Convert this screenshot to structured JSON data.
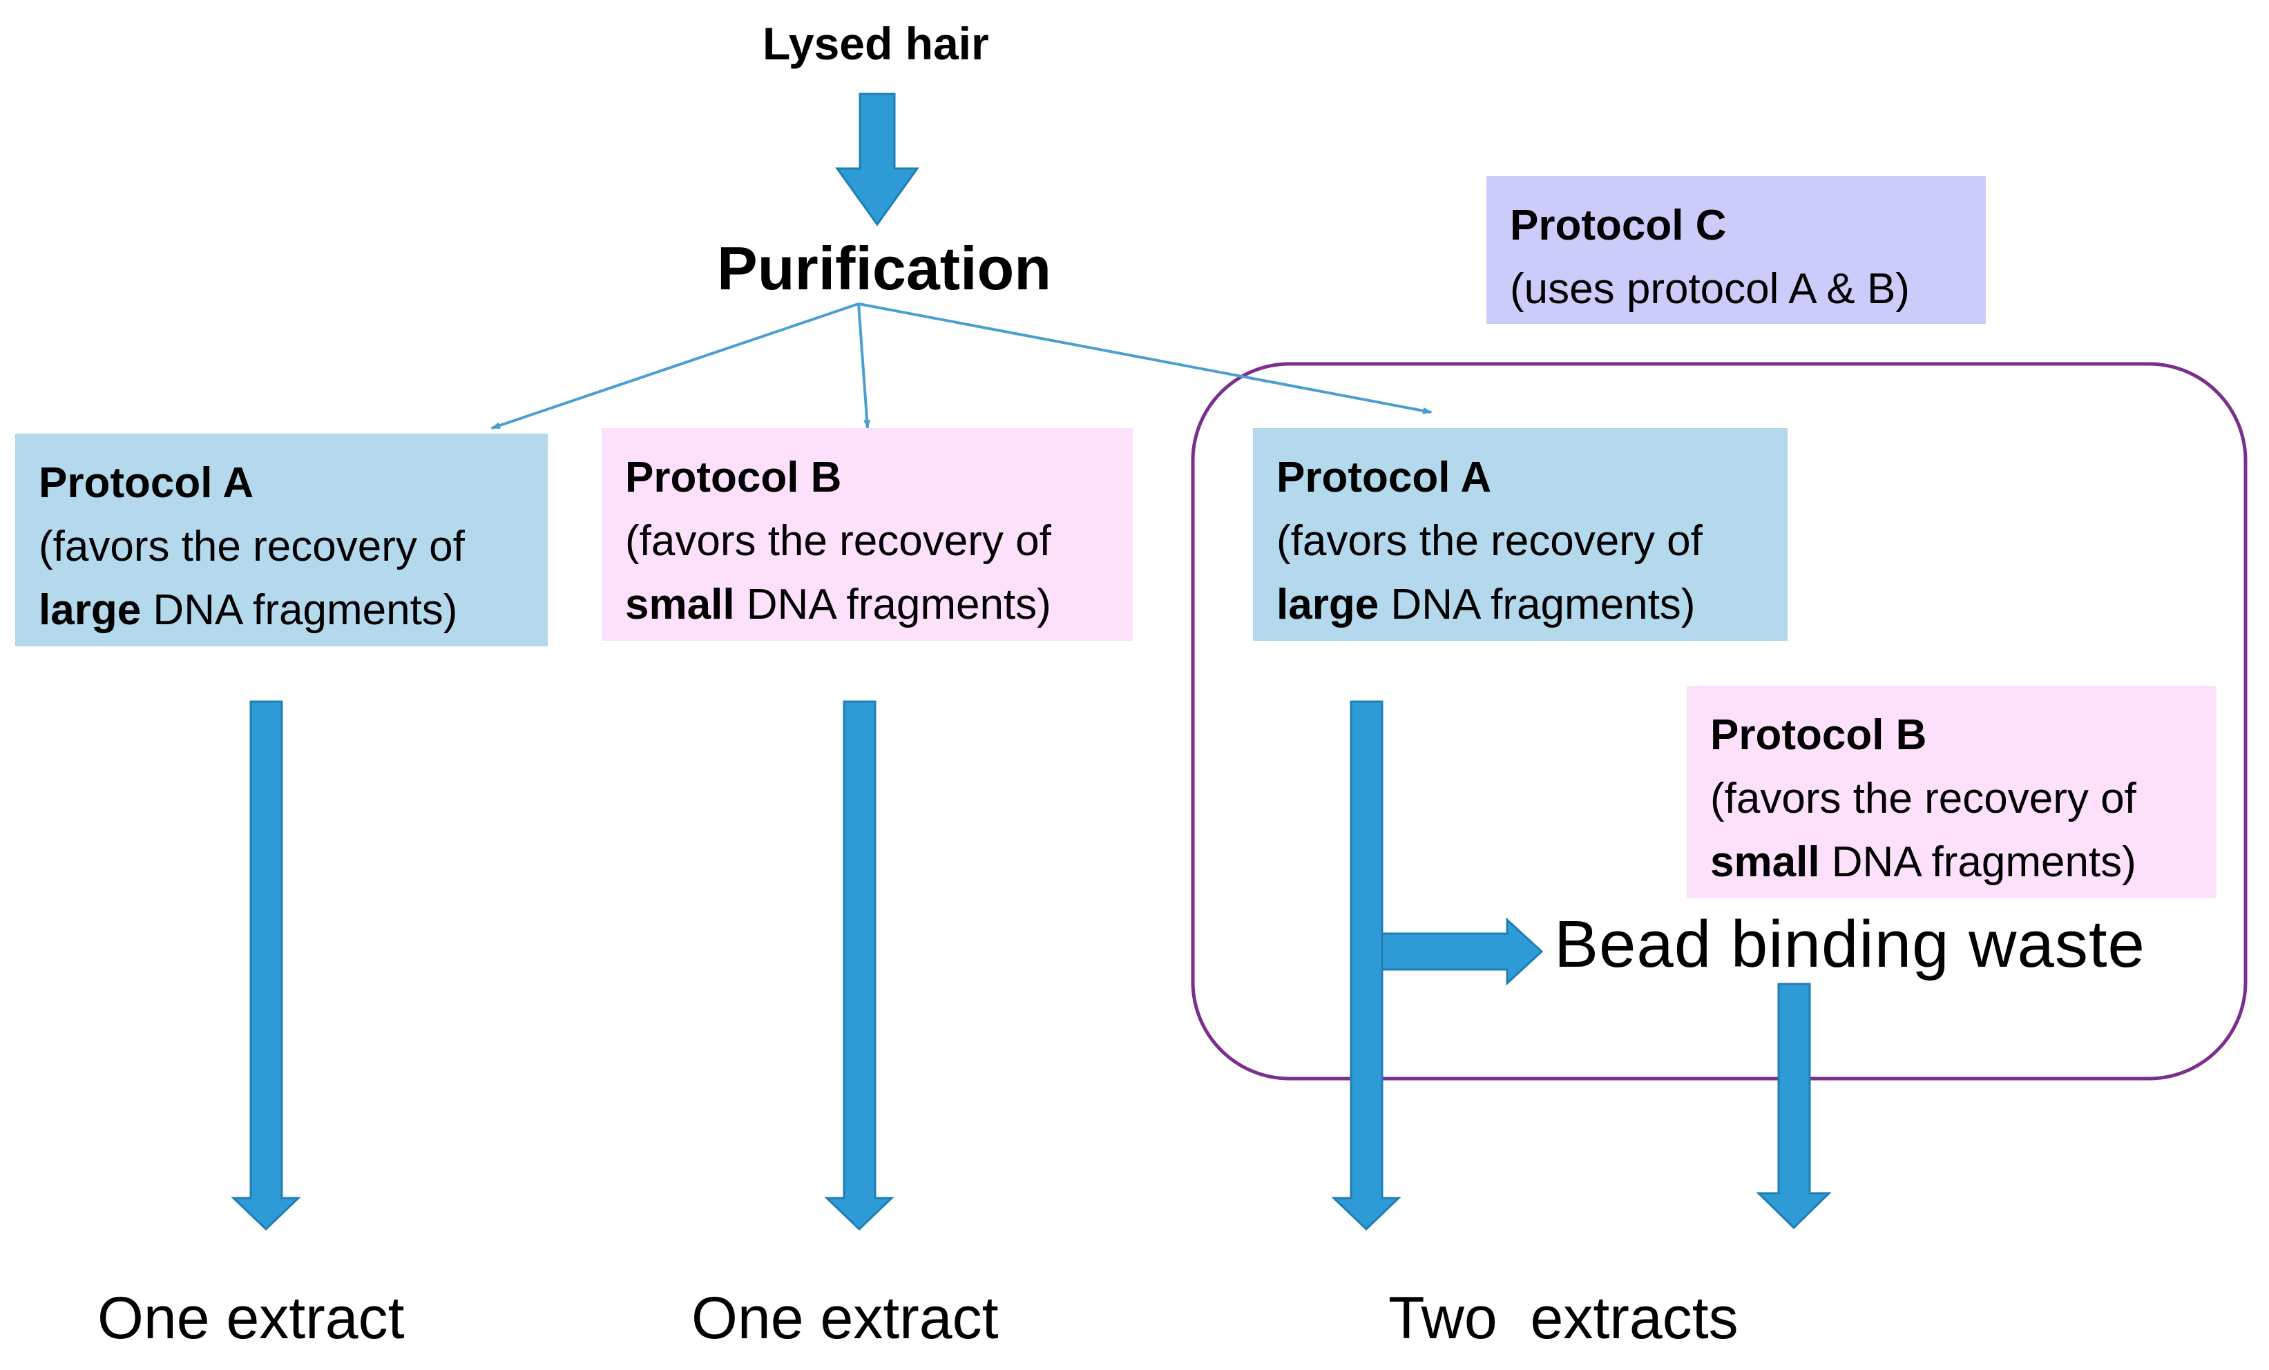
{
  "top": {
    "lysed": "Lysed hair",
    "purification": "Purification"
  },
  "colors": {
    "arrow": "#2e9bd6",
    "thin_arrow": "#4a9fd0",
    "group_border": "#7a2e8e",
    "protocol_a": "#b4d8ec",
    "protocol_b": "#fde0fa",
    "protocol_c": "#ccccfa"
  },
  "col1": {
    "name": "Protocol A",
    "line1": "(favors the recovery of",
    "strong": "large",
    "rest": " DNA fragments)",
    "output": "One extract"
  },
  "col2": {
    "name": "Protocol B",
    "line1": "(favors the recovery of",
    "strong": "small",
    "rest": " DNA fragments)",
    "output": "One extract"
  },
  "protocol_c": {
    "name": "Protocol C",
    "desc": "(uses protocol A & B)"
  },
  "col3": {
    "a": {
      "name": "Protocol A",
      "line1": "(favors the recovery of",
      "strong": "large",
      "rest": " DNA fragments)"
    },
    "b": {
      "name": "Protocol B",
      "line1": "(favors the recovery of",
      "strong": "small",
      "rest": " DNA fragments)"
    },
    "waste": "Bead binding waste",
    "output": "Two  extracts"
  }
}
